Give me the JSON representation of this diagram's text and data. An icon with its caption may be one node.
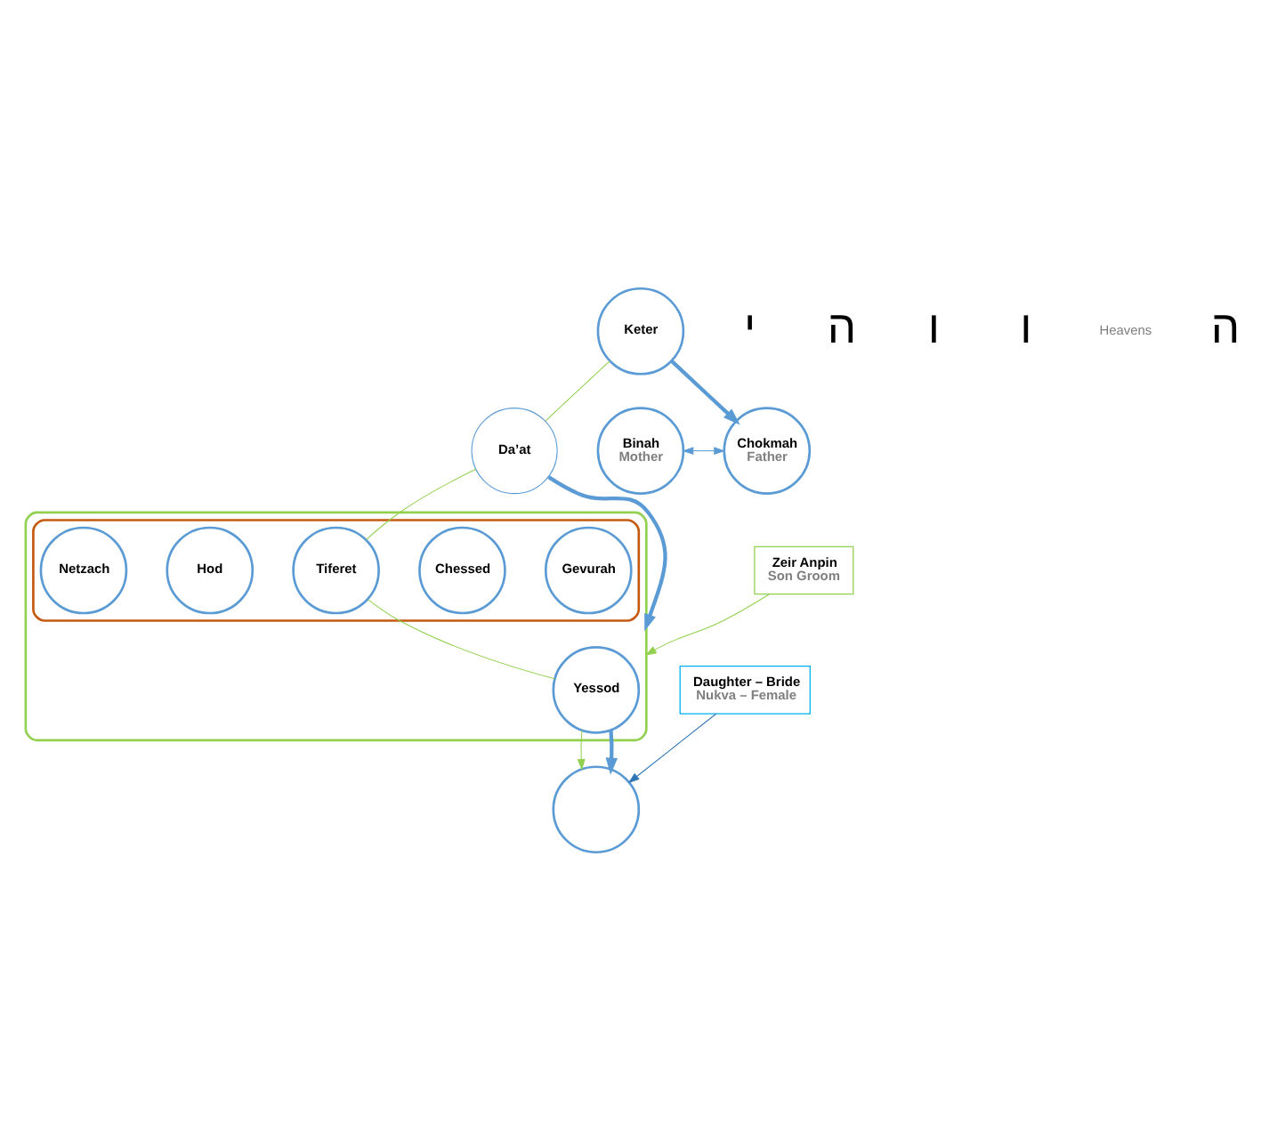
{
  "diagram": {
    "nodes": [
      {
        "text": [
          "Keter"
        ]
      },
      {
        "text": [
          "Binah",
          "Mother"
        ]
      },
      {
        "text": [
          "Chokmah",
          "Father"
        ]
      },
      {
        "text": [
          "Da’at"
        ]
      },
      {
        "text": [],
        "shape": "box"
      },
      {
        "text": [],
        "shape": "box",
        "in": 4
      },
      {
        "text": [
          "Gevurah"
        ],
        "in": 5
      },
      {
        "text": [
          "Chessed"
        ],
        "in": 5
      },
      {
        "text": [
          "Tiferet"
        ],
        "in": 5
      },
      {
        "text": [
          "Hod"
        ],
        "in": 5
      },
      {
        "text": [
          "Netzach"
        ],
        "in": 5
      },
      {
        "text": [
          "Yessod"
        ],
        "in": 4
      },
      {
        "text": [
          "Zeir Anpin",
          "Son Groom"
        ]
      },
      {
        "text": [],
        "shape": "circle"
      },
      {
        "text": [
          "Daughter – Bride",
          "Nukva – Female"
        ]
      }
    ],
    "edges": [
      {
        "from": 0,
        "to": 2,
        "arrow": "to",
        "style": "thick",
        "color": "#5b9bd5"
      },
      {
        "from": 1,
        "to": 2,
        "arrow": "both",
        "color": "#5b9bd5"
      },
      {
        "from": 0,
        "to": 3,
        "arrow": "none",
        "color": "#92d050"
      },
      {
        "from": 3,
        "to": 8,
        "arrow": "none",
        "color": "#92d050"
      },
      {
        "from": 8,
        "to": 11,
        "arrow": "none",
        "color": "#92d050"
      },
      {
        "from": 11,
        "to": 13,
        "arrow": "to",
        "color": "#92d050"
      },
      {
        "from": 3,
        "to": 4,
        "arrow": "to",
        "style": "thick",
        "color": "#5b9bd5"
      },
      {
        "from": 11,
        "to": 13,
        "arrow": "to",
        "style": "thick",
        "color": "#5b9bd5"
      },
      {
        "from": 12,
        "to": 4,
        "arrow": "to",
        "color": "#92d050"
      },
      {
        "from": 14,
        "to": 13,
        "arrow": "to",
        "color": "#2e75b6"
      }
    ],
    "labels": [
      "י",
      "ה",
      "ו",
      "ו",
      "Heavens",
      "ה"
    ]
  }
}
